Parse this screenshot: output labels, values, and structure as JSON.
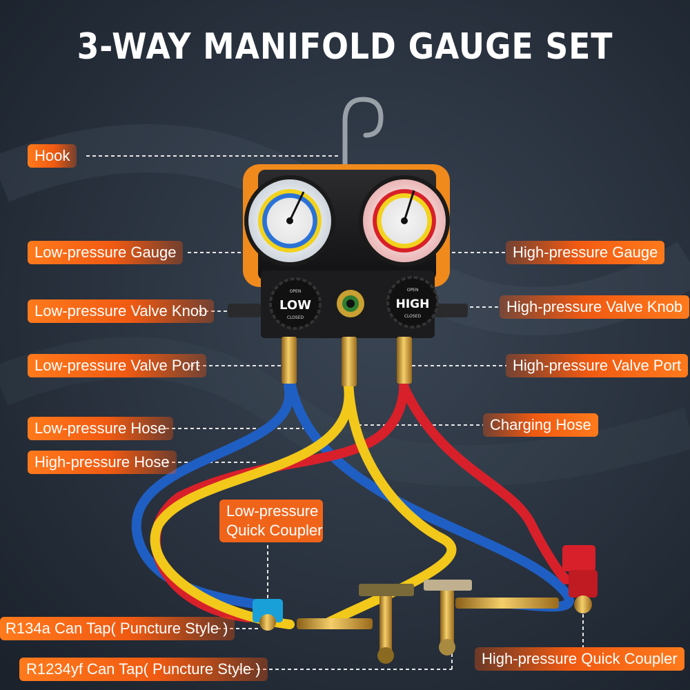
{
  "title": "3-WAY MANIFOLD GAUGE SET",
  "gauge_text": {
    "low_knob": "LOW",
    "high_knob": "HIGH",
    "open": "OPEN",
    "closed": "CLOSED"
  },
  "callouts": [
    {
      "id": "hook",
      "text": "Hook"
    },
    {
      "id": "low-pressure-gauge",
      "text": "Low-pressure Gauge"
    },
    {
      "id": "high-pressure-gauge",
      "text": "High-pressure Gauge"
    },
    {
      "id": "low-pressure-valve-knob",
      "text": "Low-pressure Valve Knob"
    },
    {
      "id": "high-pressure-valve-knob",
      "text": "High-pressure Valve Knob"
    },
    {
      "id": "low-pressure-valve-port",
      "text": "Low-pressure Valve Port"
    },
    {
      "id": "high-pressure-valve-port",
      "text": "High-pressure Valve Port"
    },
    {
      "id": "low-pressure-hose",
      "text": "Low-pressure Hose"
    },
    {
      "id": "charging-hose",
      "text": "Charging Hose"
    },
    {
      "id": "high-pressure-hose",
      "text": "High-pressure Hose"
    },
    {
      "id": "low-pressure-quick-coupler-line1",
      "text": "Low-pressure"
    },
    {
      "id": "low-pressure-quick-coupler-line2",
      "text": "Quick Coupler"
    },
    {
      "id": "r134a-can-tap",
      "text": "R134a Can Tap( Puncture Style )"
    },
    {
      "id": "r1234yf-can-tap",
      "text": "R1234yf Can Tap( Puncture Style )"
    },
    {
      "id": "high-pressure-quick-coupler",
      "text": "High-pressure Quick Coupler"
    }
  ],
  "colors": {
    "background": "#2a3340",
    "label_orange": "#f05a12",
    "hose_blue": "#1f5fc4",
    "hose_red": "#d8202a",
    "hose_yellow": "#f2c81a",
    "body_orange": "#f08a1c",
    "brass": "#d4a13a"
  }
}
